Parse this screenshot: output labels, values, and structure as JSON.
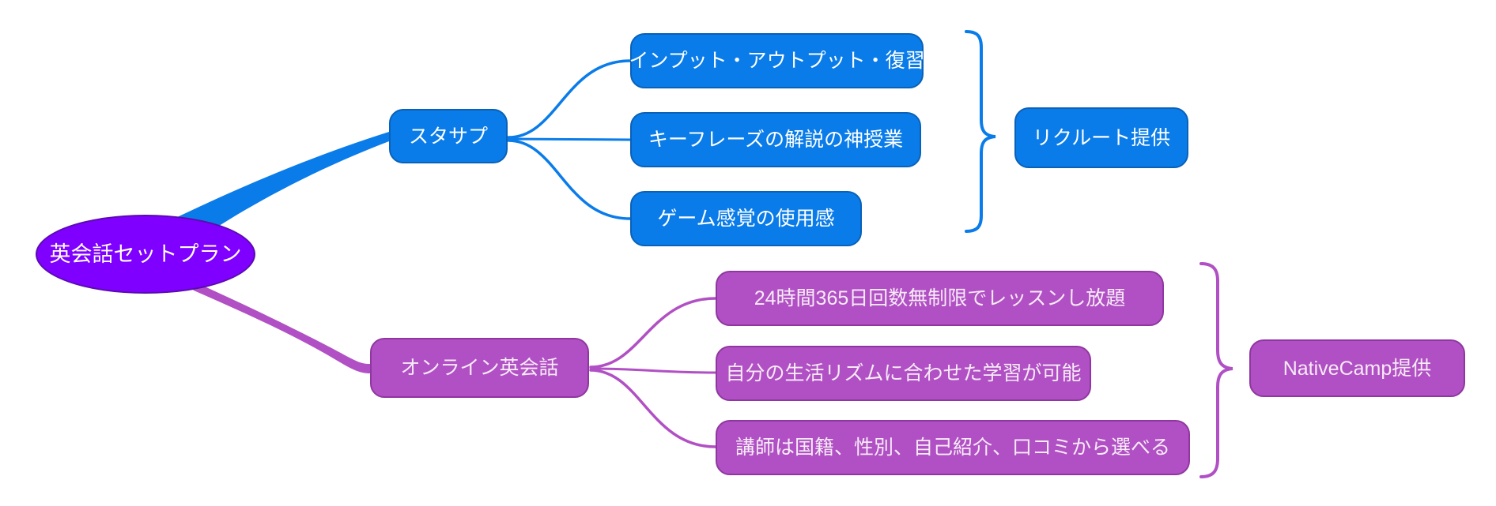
{
  "colors": {
    "root_fill": "#7f00ff",
    "root_border": "#5a0bb0",
    "blue_fill": "#0a7ce9",
    "blue_border": "#0961b8",
    "magenta_fill": "#b150c4",
    "magenta_border": "#8f37a0",
    "text_on_node": "#ffffff",
    "background": "#ffffff"
  },
  "mindmap": {
    "root": {
      "label": "英会話セットプラン"
    },
    "branches": [
      {
        "label": "スタサプ",
        "color": "blue",
        "children": [
          "インプット・アウトプット・復習",
          "キーフレーズの解説の神授業",
          "ゲーム感覚の使用感"
        ],
        "annotation": "リクルート提供"
      },
      {
        "label": "オンライン英会話",
        "color": "magenta",
        "children": [
          "24時間365日回数無制限でレッスンし放題",
          "自分の生活リズムに合わせた学習が可能",
          "講師は国籍、性別、自己紹介、口コミから選べる"
        ],
        "annotation": "NativeCamp提供"
      }
    ]
  }
}
